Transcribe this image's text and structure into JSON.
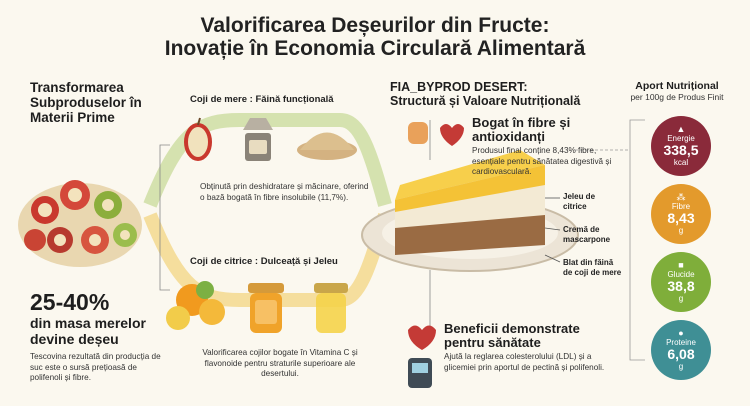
{
  "title": {
    "line1": "Valorificarea Deșeurilor din Fructe:",
    "line2": "Inovație în Economia Circulară Alimentară"
  },
  "left": {
    "heading": "Transformarea Subproduselor în Materii Prime",
    "percent": "25-40%",
    "percent_sub": "din masa merelor devine deșeu",
    "note": "Tescovina rezultată din producția de suc este o sursă prețioasă de polifenoli și fibre."
  },
  "row1": {
    "heading": "Coji de mere :  Făină funcțională",
    "note": "Obținută prin deshidratare și măcinare, oferind o bază bogată în fibre insolubile (11,7%)."
  },
  "row2": {
    "heading": "Coji de citrice : Dulceață și Jeleu",
    "note": "Valorificarea cojilor bogate în Vitamina C și flavonoide pentru straturile superioare ale desertului."
  },
  "middle": {
    "heading_l1": "FIA_BYPROD DESERT:",
    "heading_l2": "Structură și Valoare Nutrițională",
    "fibre_title": "Bogat în fibre și antioxidanți",
    "fibre_note": "Produsul final conține 8,43% fibre, esențiale pentru sănătatea digestivă și cardiovasculară.",
    "layer1": "Jeleu de citrice",
    "layer2": "Cremă de mascarpone",
    "layer3": "Blat din făină de coji de mere",
    "benefit_title": "Beneficii demonstrate pentru sănătate",
    "benefit_note": "Ajută la reglarea colesterolului (LDL) și a glicemiei prin aportul de pectină și polifenoli."
  },
  "right": {
    "title": "Aport Nutrițional",
    "subtitle": "per 100g de Produs Finit",
    "cards": [
      {
        "label": "Energie",
        "value": "338,5",
        "unit": "kcal",
        "color": "#8a2a3a",
        "icon": "flame-icon"
      },
      {
        "label": "Fibre",
        "value": "8,43",
        "unit": "g",
        "color": "#e39a2c",
        "icon": "wheat-icon"
      },
      {
        "label": "Glucide",
        "value": "38,8",
        "unit": "g",
        "color": "#7fae3a",
        "icon": "sugar-icon"
      },
      {
        "label": "Proteine",
        "value": "6,08",
        "unit": "g",
        "color": "#3f8f95",
        "icon": "muscle-icon"
      }
    ]
  }
}
